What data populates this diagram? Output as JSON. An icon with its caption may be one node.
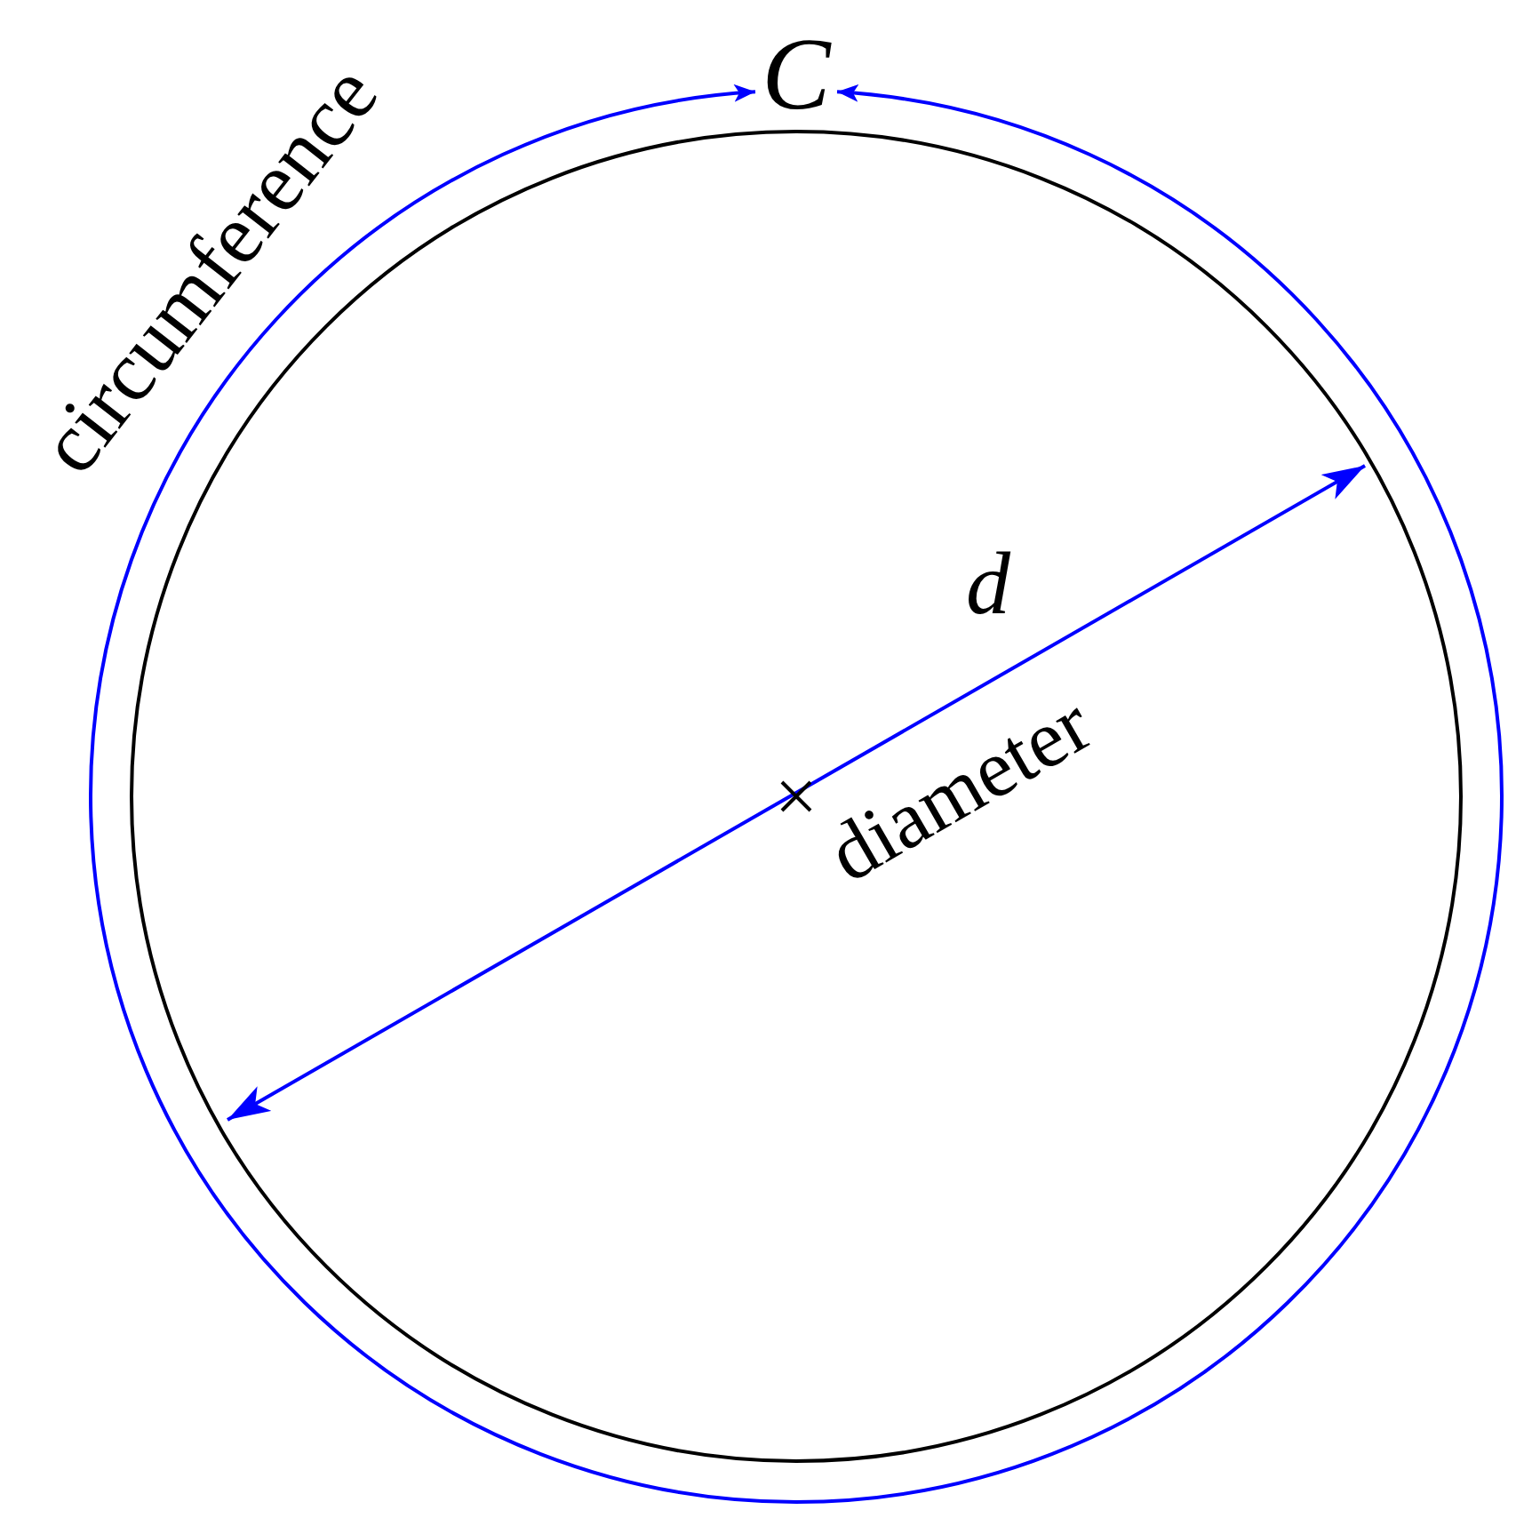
{
  "diagram": {
    "nodes": [
      {
        "text": [],
        "shape": "circle"
      },
      {
        "text": [
          "C"
        ]
      }
    ],
    "edges": [
      {
        "from": null,
        "to": 1,
        "arrow": "to"
      },
      {
        "from": null,
        "to": 1,
        "arrow": "to"
      }
    ],
    "labels": [
      "circumference",
      "d",
      "diameter"
    ]
  }
}
